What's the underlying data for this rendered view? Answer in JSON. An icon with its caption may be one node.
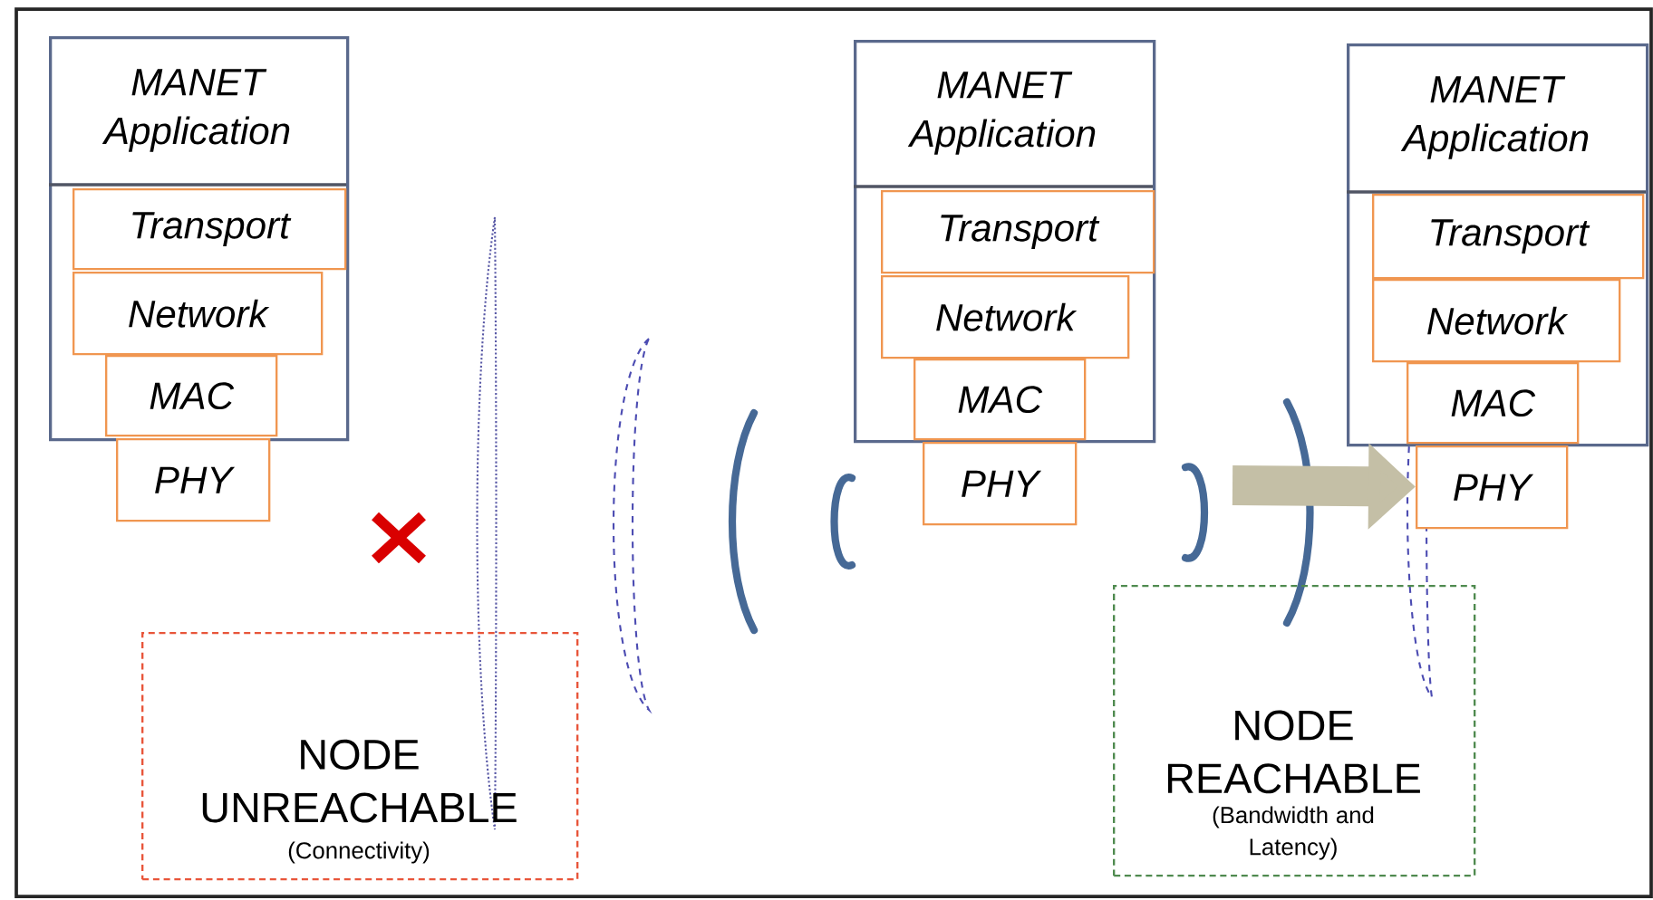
{
  "diagram": {
    "nodes": [
      {
        "text": [
          "MANET Application"
        ]
      },
      {
        "text": [
          "Transport"
        ],
        "in": 0
      },
      {
        "text": [
          "Network"
        ],
        "in": 0
      },
      {
        "text": [
          "MAC"
        ],
        "in": 0
      },
      {
        "text": [
          "PHY"
        ]
      },
      {
        "text": [
          "MANET Application"
        ]
      },
      {
        "text": [
          "Transport"
        ],
        "in": 5
      },
      {
        "text": [
          "Network"
        ],
        "in": 5
      },
      {
        "text": [
          "MAC"
        ],
        "in": 5
      },
      {
        "text": [
          "PHY"
        ]
      },
      {
        "text": [
          "MANET Application"
        ]
      },
      {
        "text": [
          "Transport"
        ],
        "in": 10
      },
      {
        "text": [
          "Network"
        ],
        "in": 10
      },
      {
        "text": [
          "MAC"
        ],
        "in": 10
      },
      {
        "text": [
          "PHY"
        ]
      },
      {
        "text": [
          "NODE UNREACHABLE",
          "(Connectivity)"
        ]
      },
      {
        "text": [
          "NODE REACHABLE",
          "(Bandwidth and Latency)"
        ]
      }
    ],
    "edges": [
      {
        "from": null,
        "to": 14,
        "arrow": "to"
      }
    ]
  }
}
